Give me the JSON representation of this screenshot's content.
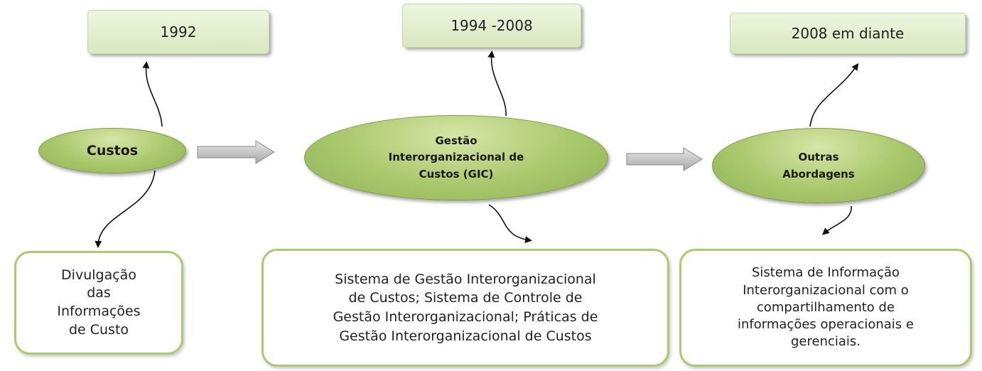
{
  "nodes": {
    "custos": {
      "label": "Custos",
      "year": "1992",
      "description": "Divulgação\ndas\nInformações\nde Custo"
    },
    "gic": {
      "label": "Gestão\nInterorganizacional de\nCustos (GIC)",
      "year": "1994 -2008",
      "description": "Sistema de Gestão Interorganizacional\nde Custos; Sistema de Controle de\nGestão  Interorganizacional; Práticas de\nGestão Interorganizacional de Custos"
    },
    "outras": {
      "label": "Outras\nAbordagens",
      "year": "2008 em diante",
      "description": "Sistema de Informação\nInterorganizacional com  o\ncompartilhamento de\ninformações  operacionais e\ngerenciais."
    }
  },
  "colors": {
    "oval_fill": "#a9c76b",
    "year_fill": "#dfeccb",
    "box_border": "#a9cb6e",
    "arrow": "#111111",
    "block_arrow": "#b5b5b5"
  }
}
